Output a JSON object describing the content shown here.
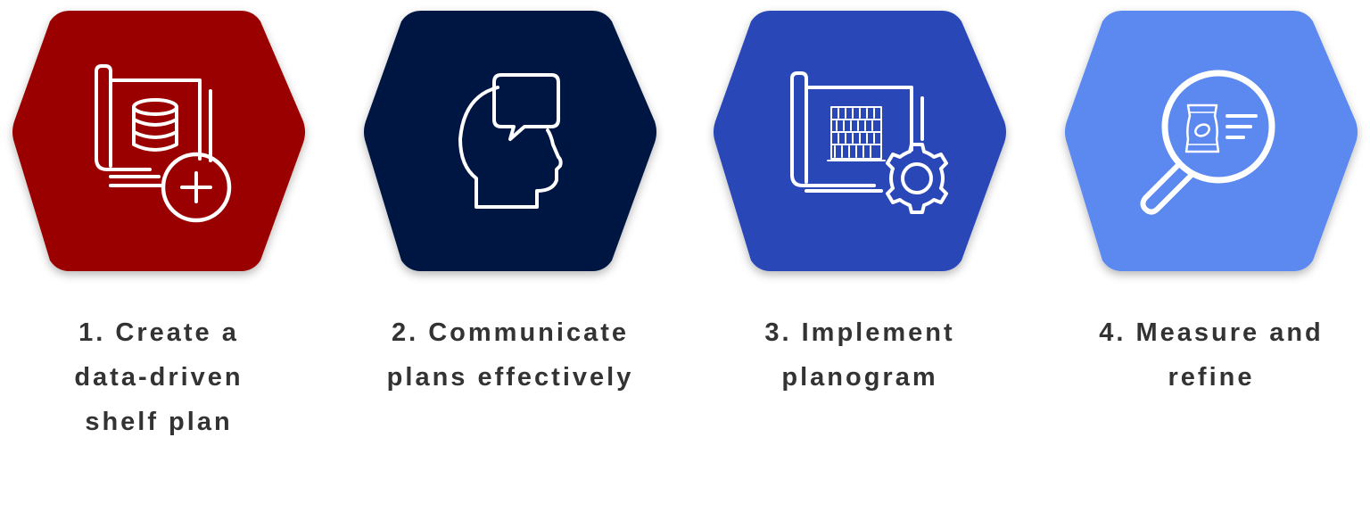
{
  "steps": [
    {
      "number": "1",
      "lines": [
        "1. Create a",
        "data-driven",
        "shelf plan"
      ],
      "color": "#9B0000",
      "icon": "blueprint-database-plus-icon"
    },
    {
      "number": "2",
      "lines": [
        "2. Communicate",
        "plans effectively"
      ],
      "color": "#061843",
      "icon": "head-speech-bubble-icon"
    },
    {
      "number": "3",
      "lines": [
        "3. Implement",
        "planogram"
      ],
      "color": "#2C47B8",
      "icon": "blueprint-shelf-gear-icon"
    },
    {
      "number": "4",
      "lines": [
        "4. Measure and",
        "refine"
      ],
      "color": "#5B89F0",
      "icon": "magnifier-product-icon"
    }
  ]
}
